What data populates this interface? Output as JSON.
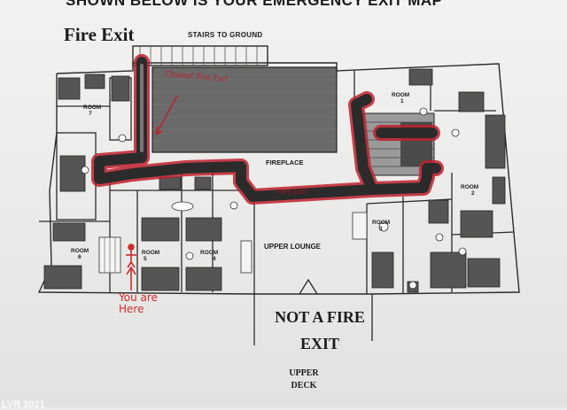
{
  "header": {
    "title": "SHOWN BELOW IS YOUR EMERGENCY EXIT MAP",
    "subtitle": "Fire Exit"
  },
  "map": {
    "stairs_label": "STAIRS TO GROUND",
    "rooms": {
      "room1": {
        "label": "ROOM",
        "number": "1"
      },
      "room2": {
        "label": "ROOM",
        "number": "2"
      },
      "room3": {
        "label": "ROOM",
        "number": "3"
      },
      "room4": {
        "label": "ROOM",
        "number": "4"
      },
      "room5": {
        "label": "ROOM",
        "number": "5"
      },
      "room6": {
        "label": "ROOM",
        "number": "6"
      },
      "room7": {
        "label": "ROOM",
        "number": "7"
      }
    },
    "fireplace_label": "FIREPLACE",
    "fire_exit_label": "FIRE EXIT",
    "lounge_label": "UPPER LOUNGE",
    "not_fire_exit": "NOT A FIRE EXIT",
    "deck_label": "UPPER DECK",
    "route_color": "#c0202c"
  },
  "annotations": {
    "you_are_here": "You are Here",
    "closest_exit_note": "Closest Fire Exit"
  },
  "watermark": "LVR 2021"
}
